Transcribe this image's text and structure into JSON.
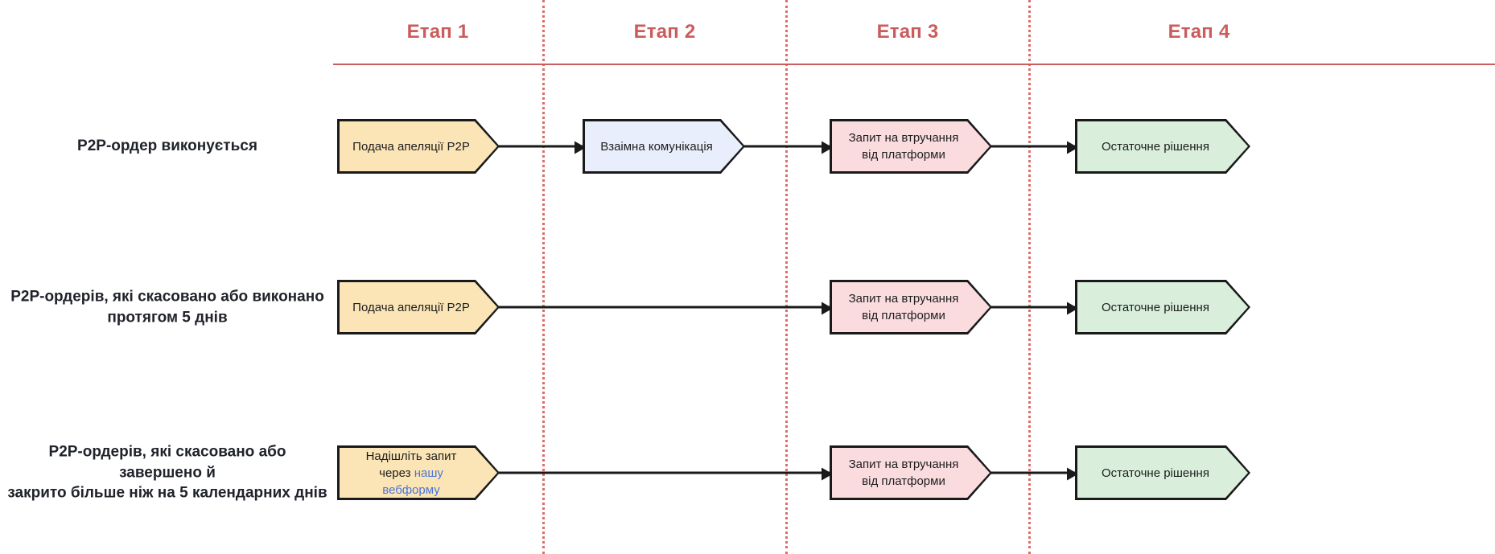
{
  "diagram": {
    "title_stages": [
      {
        "label": "Етап 1"
      },
      {
        "label": "Етап 2"
      },
      {
        "label": "Етап 3"
      },
      {
        "label": "Етап 4"
      }
    ],
    "colors": {
      "stage_header_text": "#cc5c5c",
      "header_rule": "#cd5c5c",
      "divider": "#d9534f",
      "node_yellow_fill": "#fbe5b6",
      "node_blue_fill": "#e8eefb",
      "node_pink_fill": "#fadcdf",
      "node_green_fill": "#d9efdc",
      "node_border": "#1a1a1a",
      "row_label_text": "#20232a",
      "link_text": "#4a76d8"
    },
    "rows": [
      {
        "label": "P2P-ордер виконується",
        "label_lines": [
          "P2P-ордер виконується"
        ],
        "nodes": [
          {
            "stage": 1,
            "text": "Подача апеляції P2P",
            "fill": "yellow"
          },
          {
            "stage": 2,
            "text": "Взаімна комунікація",
            "fill": "blue"
          },
          {
            "stage": 3,
            "text": "Запит на втручання від платформи",
            "fill": "pink"
          },
          {
            "stage": 4,
            "text": "Остаточне рішення",
            "fill": "green"
          }
        ]
      },
      {
        "label": "P2P-ордерів, які скасовано або виконано протягом 5 днів",
        "label_lines": [
          "P2P-ордерів, які скасовано або виконано",
          "протягом 5 днів"
        ],
        "nodes": [
          {
            "stage": 1,
            "text": "Подача апеляції P2P",
            "fill": "yellow"
          },
          {
            "stage": 3,
            "text": "Запит на втручання від платформи",
            "fill": "pink"
          },
          {
            "stage": 4,
            "text": "Остаточне рішення",
            "fill": "green"
          }
        ]
      },
      {
        "label": "P2P-ордерів, які скасовано або завершено й закрито більше ніж на 5 календарних днів",
        "label_lines": [
          "P2P-ордерів, які скасовано або завершено й",
          "закрито більше ніж на 5 календарних днів"
        ],
        "nodes": [
          {
            "stage": 1,
            "text": "Надішліть запит через ",
            "link_text": "нашу вебформу",
            "fill": "yellow"
          },
          {
            "stage": 3,
            "text": "Запит на втручання від платформи",
            "fill": "pink"
          },
          {
            "stage": 4,
            "text": "Остаточне рішення",
            "fill": "green"
          }
        ]
      }
    ]
  }
}
